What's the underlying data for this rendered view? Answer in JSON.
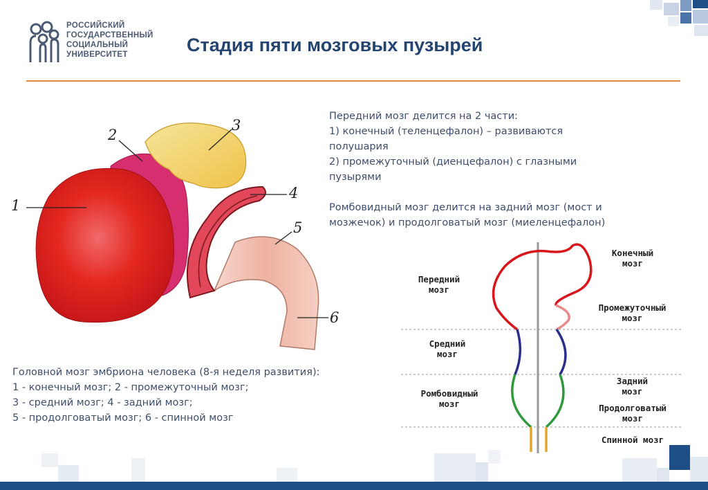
{
  "header": {
    "logo_lines": [
      "РОССИЙСКИЙ",
      "ГОСУДАРСТВЕННЫЙ",
      "СОЦИАЛЬНЫЙ",
      "УНИВЕРСИТЕТ"
    ],
    "title": "Стадия пяти мозговых пузырей"
  },
  "description": {
    "lines": [
      "Передний мозг делится на 2 части:",
      "1) конечный (теленцефалон) – развиваются",
      "полушария",
      "2) промежуточный (диенцефалон) с глазными",
      "пузырями",
      "",
      "Ромбовидный мозг делится на задний мозг (мост и",
      "мозжечок) и продолговатый мозг (миеленцефалон)"
    ]
  },
  "embryo": {
    "numbers": [
      "1",
      "2",
      "3",
      "4",
      "5",
      "6"
    ],
    "caption": [
      "Головной мозг эмбриона человека (8-я неделя развития):",
      "1 - конечный мозг; 2 - промежуточный мозг;",
      "3 - средний мозг; 4 - задний мозг;",
      "5 - продолговатый мозг; 6 - спинной мозг"
    ],
    "colors": {
      "telencephalon": "#e3261e",
      "diencephalon": "#d62e6e",
      "mesencephalon": "#f2d26a",
      "metencephalon": "#e2475a",
      "myelencephalon": "#f0b8a8"
    }
  },
  "scheme": {
    "left_labels": [
      [
        "Передний",
        "мозг"
      ],
      [
        "Средний",
        "мозг"
      ],
      [
        "Ромбовидный",
        "мозг"
      ]
    ],
    "right_labels": [
      [
        "Конечный",
        "мозг"
      ],
      [
        "Промежуточный",
        "мозг"
      ],
      [
        "Задний",
        "мозг"
      ],
      [
        "Продолговатый",
        "мозг"
      ],
      [
        "Спинной мозг"
      ]
    ],
    "colors": {
      "forebrain": "#d8161c",
      "diencephalon": "#e88a8a",
      "midbrain": "#2a2e8c",
      "hindbrain": "#2e9a3c",
      "spinal": "#e6a52a",
      "axis": "#999999"
    }
  }
}
